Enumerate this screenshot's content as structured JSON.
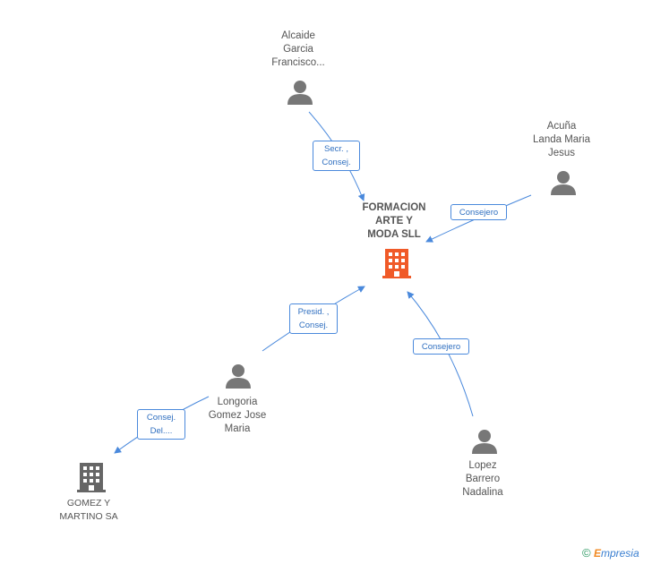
{
  "nodes": {
    "main_company": {
      "label": "FORMACION\nARTE Y\nMODA SLL",
      "icon": "building-icon",
      "color": "#f05a28"
    },
    "alcaide": {
      "label": "Alcaide\nGarcia\nFrancisco...",
      "icon": "person-icon"
    },
    "acuna": {
      "label": "Acuña\nLanda Maria\nJesus",
      "icon": "person-icon"
    },
    "longoria": {
      "label": "Longoria\nGomez Jose\nMaria",
      "icon": "person-icon"
    },
    "lopez": {
      "label": "Lopez\nBarrero\nNadalina",
      "icon": "person-icon"
    },
    "gomez_martino": {
      "label": "GOMEZ Y\nMARTINO SA",
      "icon": "building-icon",
      "color": "#666666"
    }
  },
  "edges": {
    "alcaide_role": "Secr. ,\nConsej.",
    "acuna_role": "Consejero",
    "longoria_role": "Presid. ,\nConsej.",
    "lopez_role": "Consejero",
    "gomez_role": "Consej.\nDel...."
  },
  "colors": {
    "edge": "#4a89dc",
    "person": "#777777"
  },
  "brand": {
    "copyright": "©",
    "e": "E",
    "name": "mpresia"
  }
}
